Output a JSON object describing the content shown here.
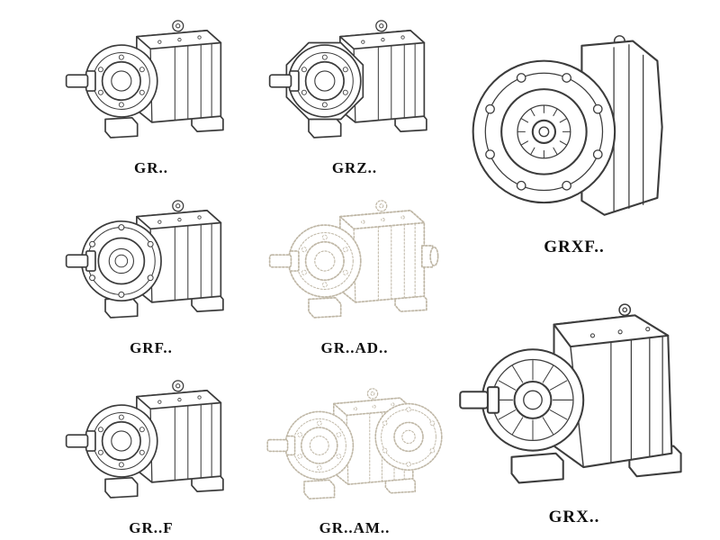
{
  "page": {
    "background": "#ffffff"
  },
  "colors": {
    "line": "#3c3c3c",
    "ghost": "#bfb7a6"
  },
  "figures": [
    {
      "label": "GR..",
      "drawing": "foot-mounted-helical-gearbox",
      "style": "solid"
    },
    {
      "label": "GRZ..",
      "drawing": "foot-mounted-gearbox-octagonal-housing",
      "style": "solid"
    },
    {
      "label": "GRXF..",
      "drawing": "flange-mounted-gearbox-front-view",
      "style": "solid"
    },
    {
      "label": "GRF..",
      "drawing": "flange-input-gearbox",
      "style": "solid"
    },
    {
      "label": "GR..AD..",
      "drawing": "gearbox-with-input-adapter",
      "style": "dashed"
    },
    {
      "label": "GR..F",
      "drawing": "foot-mounted-helical-gearbox",
      "style": "solid"
    },
    {
      "label": "GR..AM..",
      "drawing": "gearbox-with-motor-flange",
      "style": "dashed"
    },
    {
      "label": "GRX..",
      "drawing": "large-foot-mounted-gearbox",
      "style": "solid"
    }
  ]
}
